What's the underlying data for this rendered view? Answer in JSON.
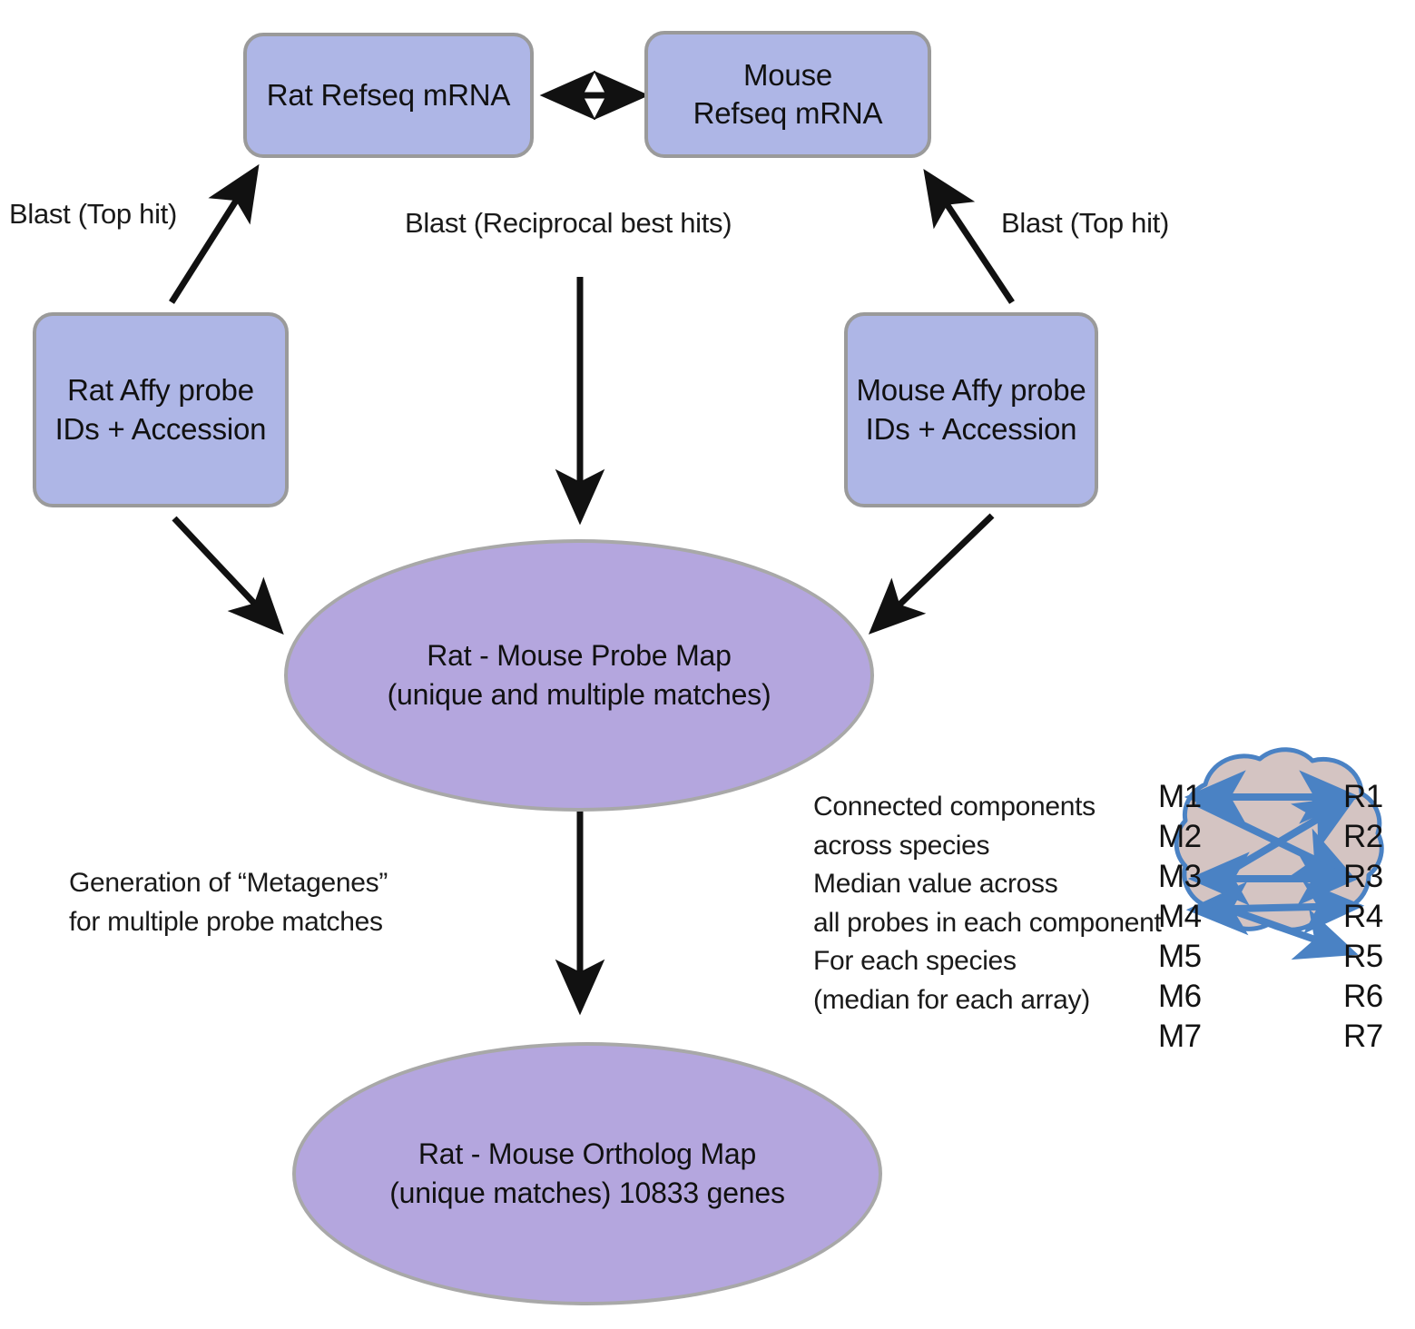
{
  "diagram": {
    "title": "Rat - Mouse ortholog mapping workflow",
    "colors": {
      "box_fill": "#aeb6e6",
      "box_border": "#9a9a9a",
      "ellipse_fill": "#b4a6de",
      "ellipse_border": "#a8a8a8",
      "cloud_fill": "#d4c4c2",
      "cloud_border": "#4a7ebb",
      "arrow_black": "#111111",
      "arrow_blue": "#4a82c4"
    },
    "nodes": {
      "rat_refseq": {
        "lines": [
          "Rat Refseq mRNA"
        ]
      },
      "mouse_refseq": {
        "lines": [
          "Mouse",
          "Refseq mRNA"
        ]
      },
      "rat_affy": {
        "lines": [
          "Rat Affy probe",
          "IDs + Accession"
        ]
      },
      "mouse_affy": {
        "lines": [
          "Mouse Affy probe",
          "IDs + Accession"
        ]
      },
      "probe_map": {
        "lines": [
          "Rat -  Mouse Probe Map",
          "(unique and multiple matches)"
        ]
      },
      "ortholog_map": {
        "lines": [
          "Rat -  Mouse  Ortholog Map",
          "(unique matches)  10833 genes"
        ]
      }
    },
    "edge_labels": {
      "blast_top_hit_left": "Blast (Top hit)",
      "blast_reciprocal": "Blast (Reciprocal best hits)",
      "blast_top_hit_right": "Blast (Top hit)"
    },
    "notes": {
      "metagenes": {
        "lines": [
          "Generation of “Metagenes”",
          "for multiple probe matches"
        ]
      },
      "connected_components": {
        "lines": [
          "Connected components",
          "across species",
          "Median value across",
          "all probes in each component",
          "For each species",
          "(median for each array)"
        ]
      }
    },
    "component_sketch": {
      "mouse_genes": [
        "M1",
        "M2",
        "M3",
        "M4",
        "M5",
        "M6",
        "M7"
      ],
      "rat_genes": [
        "R1",
        "R2",
        "R3",
        "R4",
        "R5",
        "R6",
        "R7"
      ],
      "links": [
        {
          "from": "M1",
          "to": "R1",
          "bidirectional": true
        },
        {
          "from": "M1",
          "to": "R3",
          "bidirectional": false
        },
        {
          "from": "M3",
          "to": "R1",
          "bidirectional": false
        },
        {
          "from": "M3",
          "to": "R3",
          "bidirectional": true
        },
        {
          "from": "M3",
          "to": "R4",
          "bidirectional": true
        },
        {
          "from": "M3",
          "to": "R5",
          "bidirectional": false
        }
      ]
    }
  }
}
